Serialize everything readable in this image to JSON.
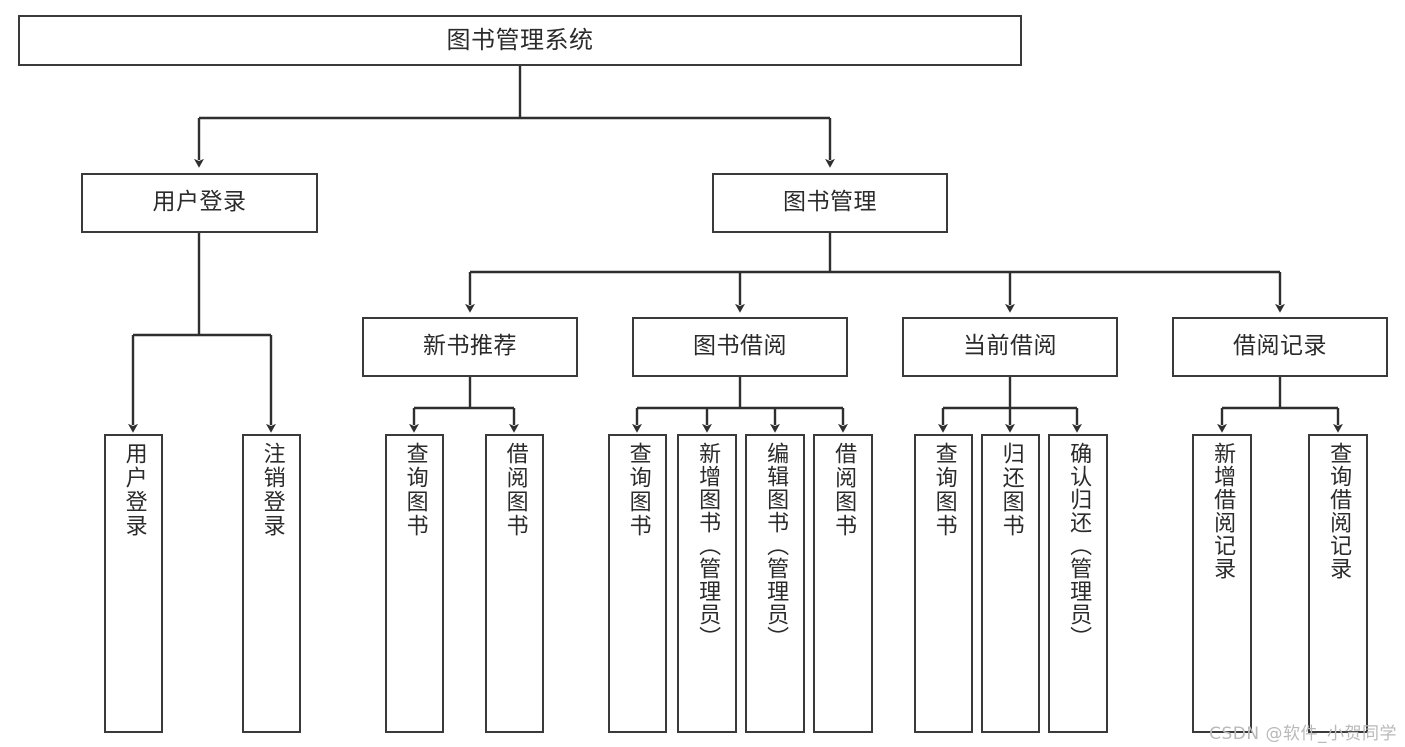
{
  "diagram": {
    "type": "tree-hierarchy",
    "title": "图书管理系统",
    "watermark": "CSDN @软件_小贺同学",
    "colors": {
      "box_border": "#3a3a3a",
      "box_fill": "#ffffff",
      "connector": "#2f2f2f",
      "text": "#2b2b2b",
      "watermark": "#b9b9b9"
    },
    "root": {
      "label": "图书管理系统"
    },
    "level2": [
      {
        "label": "用户登录"
      },
      {
        "label": "图书管理"
      }
    ],
    "level3": [
      {
        "label": "新书推荐"
      },
      {
        "label": "图书借阅"
      },
      {
        "label": "当前借阅"
      },
      {
        "label": "借阅记录"
      }
    ],
    "leaves": {
      "user_login": [
        {
          "label": "用户登录"
        },
        {
          "label": "注销登录"
        }
      ],
      "new_book": [
        {
          "label": "查询图书"
        },
        {
          "label": "借阅图书"
        }
      ],
      "book_borrow": [
        {
          "label": "查询图书"
        },
        {
          "label": "新增图书（管理员）"
        },
        {
          "label": "编辑图书（管理员）"
        },
        {
          "label": "借阅图书"
        }
      ],
      "current_borrow": [
        {
          "label": "查询图书"
        },
        {
          "label": "归还图书"
        },
        {
          "label": "确认归还（管理员）"
        }
      ],
      "borrow_record": [
        {
          "label": "新增借阅记录"
        },
        {
          "label": "查询借阅记录"
        }
      ]
    }
  }
}
